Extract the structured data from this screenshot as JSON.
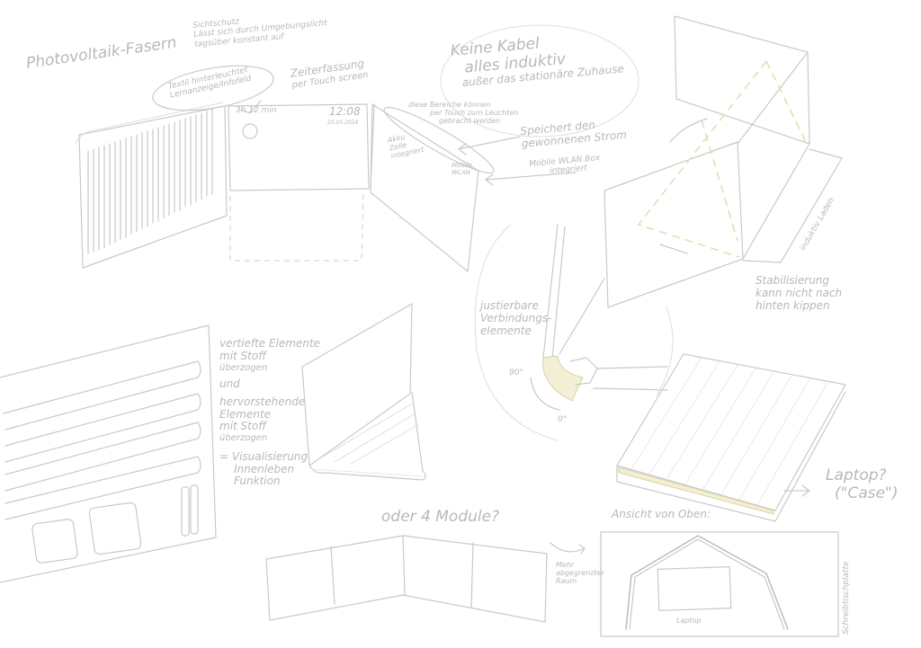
{
  "title": "Photovoltaik-Fasern",
  "annotations": {
    "sichtschutz": [
      "Sichtschutz",
      "Lässt sich durch Umgebungslicht",
      "tagsüber konstant auf"
    ],
    "textil_display": [
      "Textil hinterleuchtet",
      "Lernanzeige/Infofeld"
    ],
    "zeiterfassung": [
      "Zeiterfassung",
      "per Touch screen"
    ],
    "timer": "3h 12 min",
    "clock_time": "12:08",
    "clock_date": "25.05.2024",
    "keine_kabel": [
      "Keine Kabel",
      "alles induktiv",
      "außer das stationäre Zuhause"
    ],
    "touch_bereiche": [
      "diese Bereiche können",
      "per Touch zum Leuchten",
      "gebracht werden"
    ],
    "akku": [
      "Akku",
      "Zelle",
      "integriert"
    ],
    "speichert": [
      "Speichert den",
      "gewonnenen Strom"
    ],
    "wlan_small": [
      "Mobile",
      "WLAN"
    ],
    "mobile_wlan": [
      "Mobile WLAN Box",
      "integriert"
    ],
    "induktiv_laden": "induktiv Laden",
    "stabilisierung": [
      "Stabilisierung",
      "kann nicht nach",
      "hinten kippen"
    ],
    "verbindung": [
      "justierbare",
      "Verbindungs-",
      "elemente"
    ],
    "angle_90": "90°",
    "angle_0": "0°",
    "vertiefte": [
      "vertiefte Elemente",
      "mit Stoff",
      "überzogen",
      "und",
      "hervorstehende",
      "Elemente",
      "mit Stoff",
      "überzogen",
      "= Visualisierung",
      "Innenleben",
      "Funktion"
    ],
    "laptop_case": [
      "Laptop?",
      "(\"Case\")"
    ],
    "oder_4_module": "oder 4 Module?",
    "mehr_raum": [
      "Mehr",
      "abgegrenzter",
      "Raum"
    ],
    "ansicht_oben": "Ansicht von Oben:",
    "laptop_label": "Laptop",
    "schreibtischplatte": "Schreibtischplatte"
  }
}
